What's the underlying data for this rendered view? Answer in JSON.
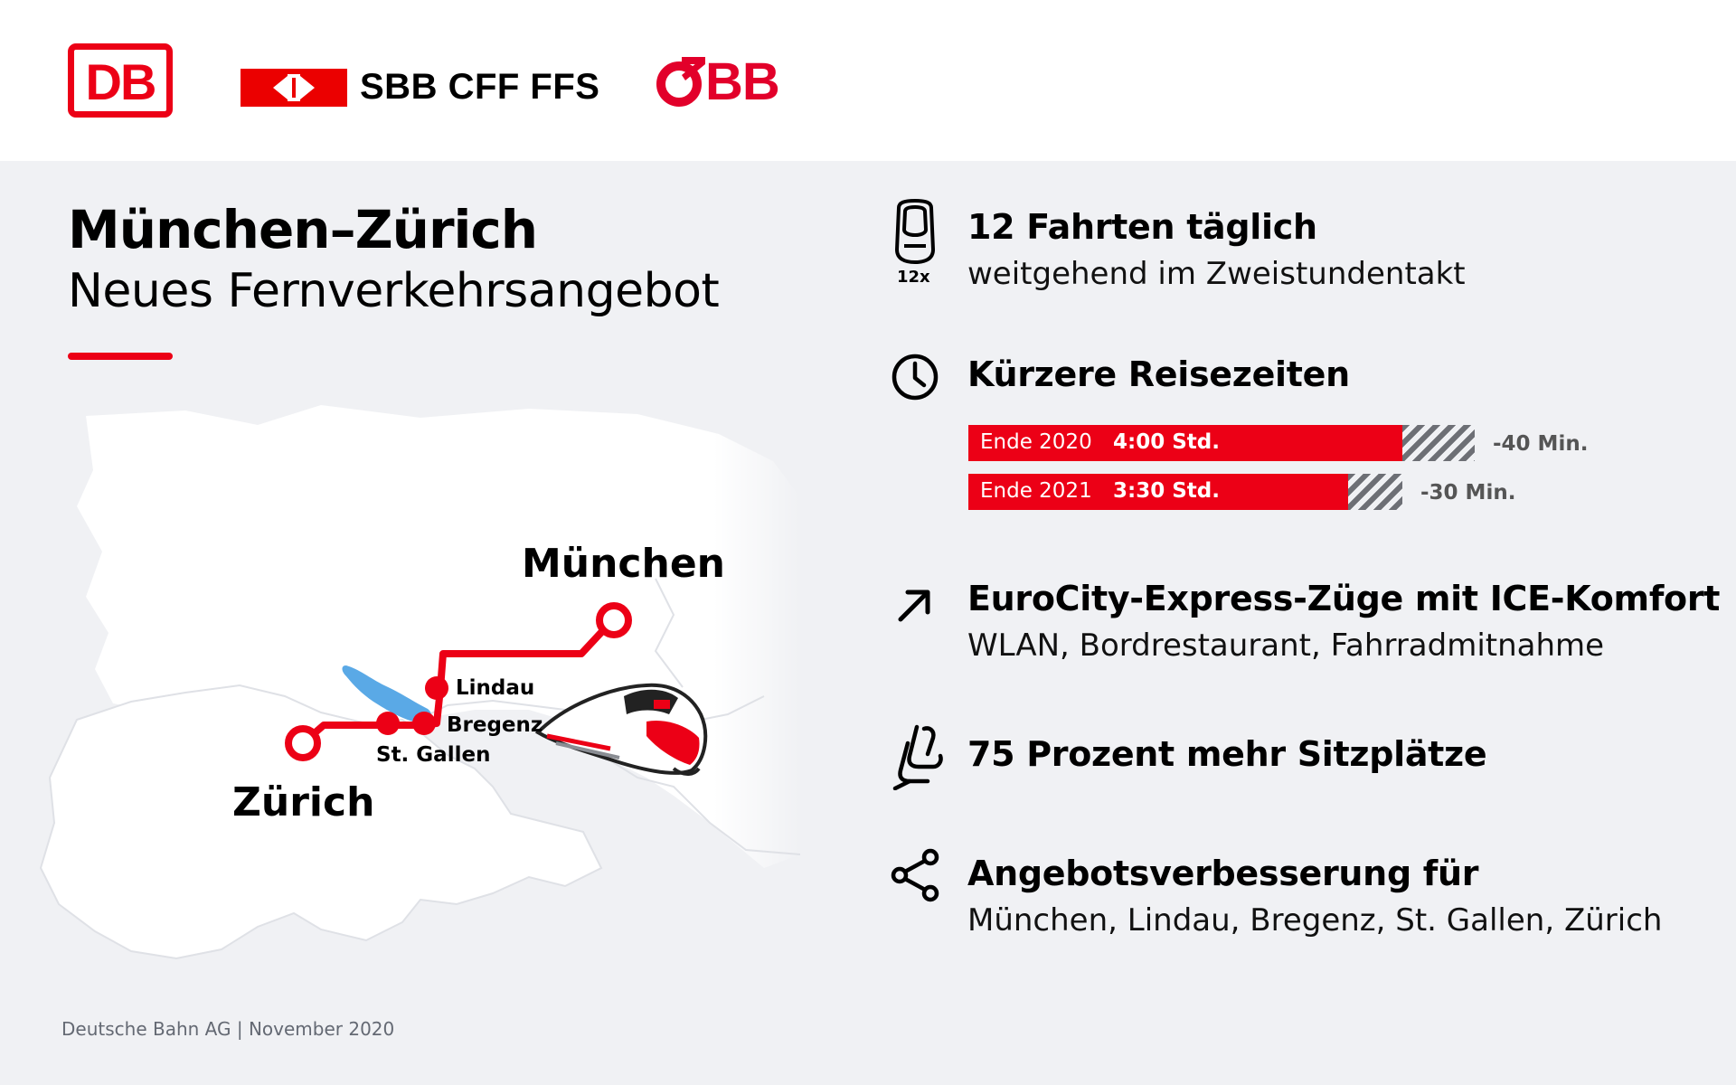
{
  "header": {
    "db_logo_text": "DB",
    "sbb_logo_text": "SBB CFF FFS",
    "obb_logo_text": "BB"
  },
  "title": "München–Zürich",
  "subtitle": "Neues Fernverkehrsangebot",
  "map": {
    "cities": {
      "muenchen": "München",
      "zuerich": "Zürich",
      "lindau": "Lindau",
      "bregenz": "Bregenz",
      "st_gallen": "St. Gallen"
    }
  },
  "features": [
    {
      "icon": "train-front-icon",
      "icon_label": "12x",
      "title": "12 Fahrten täglich",
      "text": "weitgehend im Zweistundentakt"
    },
    {
      "icon": "clock-icon",
      "title": "Kürzere Reisezeiten",
      "text": ""
    },
    {
      "icon": "arrow-up-right-icon",
      "title": "EuroCity-Express-Züge mit ICE-Komfort",
      "text": "WLAN, Bordrestaurant, Fahrradmitnahme"
    },
    {
      "icon": "seat-icon",
      "title": "75 Prozent mehr Sitzplätze",
      "text": ""
    },
    {
      "icon": "share-icon",
      "title": "Angebotsverbesserung für",
      "text": "München, Lindau, Bregenz, St. Gallen, Zürich"
    }
  ],
  "travel_times": [
    {
      "label": "Ende 2020",
      "value": "4:00 Std.",
      "delta": "-40 Min.",
      "minutes": 240,
      "saved_minutes": 40
    },
    {
      "label": "Ende 2021",
      "value": "3:30 Std.",
      "delta": "-30 Min.",
      "minutes": 210,
      "saved_minutes": 30
    }
  ],
  "colors": {
    "db_red": "#ec0016",
    "sbb_red": "#eb0000",
    "obb_red": "#e2002a",
    "background": "#f0f1f4",
    "hatch_grey": "#6d6f75",
    "lake_blue": "#5aa9e6"
  },
  "footer": "Deutsche Bahn AG | November 2020"
}
